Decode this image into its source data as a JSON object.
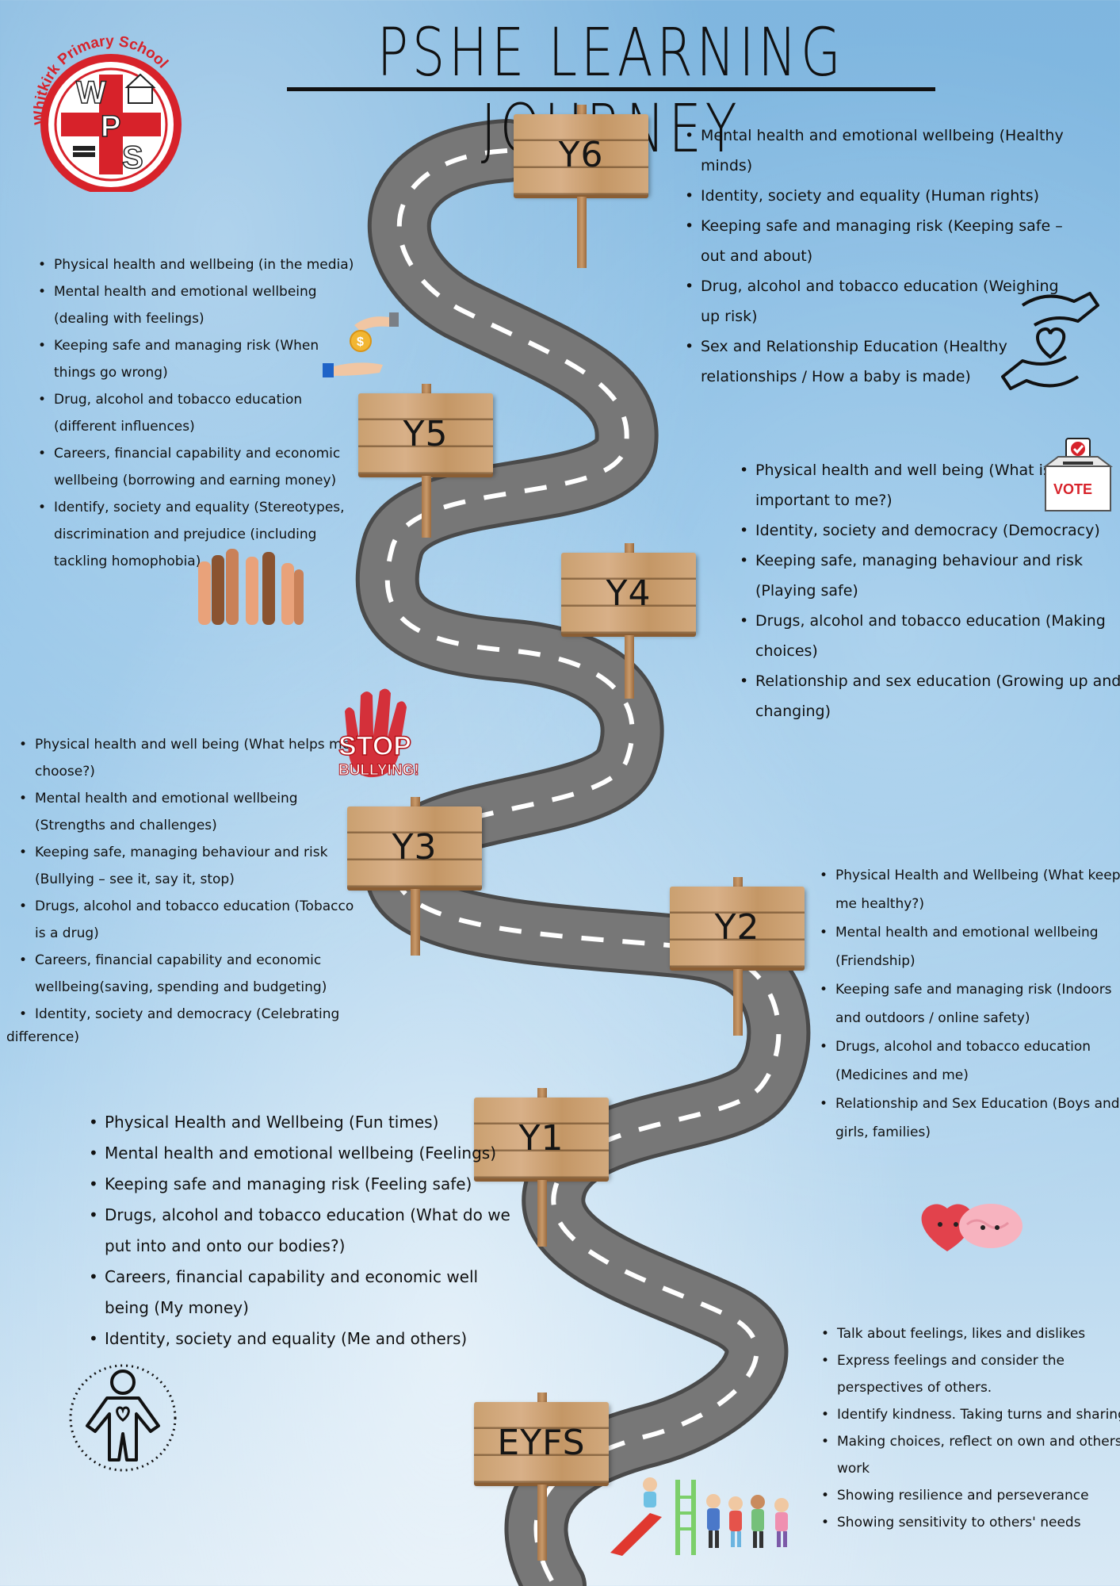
{
  "title": "PSHE LEARNING JOURNEY",
  "school": {
    "name": "Whitkirk Primary School",
    "initials": [
      "W",
      "P",
      "S"
    ]
  },
  "signs": {
    "y6": "Y6",
    "y5": "Y5",
    "y4": "Y4",
    "y3": "Y3",
    "y2": "Y2",
    "y1": "Y1",
    "eyfs": "EYFS"
  },
  "y6": [
    "Mental health and emotional wellbeing (Healthy minds)",
    "Identity, society and equality (Human rights)",
    "Keeping safe and managing risk (Keeping safe – out and about)",
    "Drug, alcohol and tobacco education (Weighing up risk)",
    "Sex and Relationship Education (Healthy relationships / How a baby is made)"
  ],
  "y5": [
    "Physical health and wellbeing (in the media)",
    "Mental health and emotional wellbeing (dealing with feelings)",
    "Keeping safe and managing risk (When things go wrong)",
    "Drug, alcohol and tobacco education (different influences)",
    "Careers, financial capability and economic wellbeing (borrowing and earning money)",
    "Identify, society and equality (Stereotypes, discrimination and prejudice (including tackling homophobia)"
  ],
  "y4": [
    "Physical health and well being (What is important to me?)",
    "Identity, society and democracy (Democracy)",
    "Keeping safe, managing behaviour and risk (Playing safe)",
    "Drugs, alcohol and tobacco education (Making choices)",
    "Relationship and sex education (Growing up and changing)"
  ],
  "y3": [
    "Physical health and well being (What helps me choose?)",
    "Mental health and emotional wellbeing (Strengths and challenges)",
    "Keeping safe, managing behaviour and risk (Bullying – see it, say it, stop)",
    "Drugs, alcohol and tobacco education (Tobacco is a drug)",
    "Careers, financial capability and economic wellbeing(saving, spending and budgeting)"
  ],
  "y3_last_bullet": "Identity, society and democracy (Celebrating",
  "y3_last_overflow": "difference)",
  "y2": [
    "Physical Health and Wellbeing (What keeps me healthy?)",
    "Mental health and emotional wellbeing (Friendship)",
    "Keeping safe and managing risk (Indoors and outdoors / online safety)",
    "Drugs, alcohol and tobacco education (Medicines and me)",
    "Relationship and Sex Education (Boys and girls, families)"
  ],
  "y1": [
    "Physical Health and Wellbeing (Fun times)",
    "Mental health and emotional wellbeing (Feelings)",
    "Keeping safe and managing risk (Feeling safe)",
    "Drugs, alcohol and tobacco education (What do we put into and onto our bodies?)",
    "Careers, financial capability and economic well being (My money)",
    "Identity, society and equality (Me and others)"
  ],
  "eyfs": [
    "Talk about feelings, likes and dislikes",
    "Express feelings and consider the perspectives of others.",
    "Identify kindness. Taking turns and sharing",
    "Making choices, reflect on own and others' work",
    "Showing resilience and perseverance",
    "Showing sensitivity to others' needs"
  ],
  "badges": {
    "vote": "VOTE",
    "stop": "STOP",
    "bullying": "BULLYING!",
    "money": "$"
  },
  "colors": {
    "road": "#6e6e6e",
    "road_dash": "#ffffff",
    "wood": "#cfa57a",
    "logo_red": "#d7222a"
  }
}
